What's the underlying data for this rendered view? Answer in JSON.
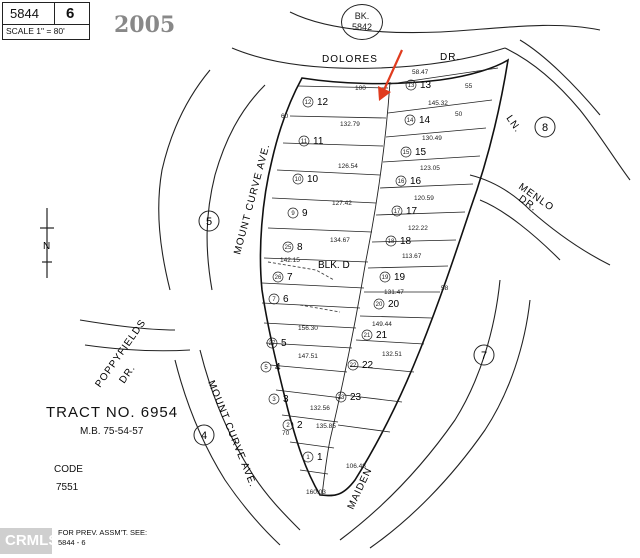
{
  "header": {
    "book": "5844",
    "page": "6",
    "scale": "SCALE 1\" = 80'",
    "year": "2005"
  },
  "block_ref": {
    "prefix": "BK.",
    "number": "5842"
  },
  "streets": {
    "dolores": "DOLORES",
    "dr": "DR.",
    "ln": "LN.",
    "menlo_1": "MENLO",
    "menlo_2": "DR.",
    "mount_curve_upper": "MOUNT CURVE AVE.",
    "mount_curve_lower": "MOUNT CURVE AVE.",
    "poppyfields_1": "POPPYFIELDS",
    "poppyfields_2": "DR.",
    "maiden": "MAIDEN"
  },
  "block_label": "BLK. D",
  "circled_refs": [
    "8",
    "5",
    "7",
    "4"
  ],
  "north": "N",
  "tract": {
    "title": "TRACT NO. 6954",
    "mb": "M.B.   75-54-57"
  },
  "code": {
    "label": "CODE",
    "value": "7551"
  },
  "footer": {
    "line1": "FOR PREV. ASSM'T. SEE:",
    "line2": "5844 - 6"
  },
  "watermark": "CRMLS",
  "lots": [
    {
      "parcel": "12",
      "lot": "12"
    },
    {
      "parcel": "11",
      "lot": "11"
    },
    {
      "parcel": "10",
      "lot": "10"
    },
    {
      "parcel": "9",
      "lot": "9"
    },
    {
      "parcel": "25",
      "lot": "8"
    },
    {
      "parcel": "26",
      "lot": "7"
    },
    {
      "parcel": "7",
      "lot": "6"
    },
    {
      "parcel": "27",
      "lot": "5"
    },
    {
      "parcel": "5",
      "lot": "4"
    },
    {
      "parcel": "3",
      "lot": "3"
    },
    {
      "parcel": "2",
      "lot": "2"
    },
    {
      "parcel": "1",
      "lot": "1"
    },
    {
      "parcel": "13",
      "lot": "13"
    },
    {
      "parcel": "14",
      "lot": "14"
    },
    {
      "parcel": "15",
      "lot": "15"
    },
    {
      "parcel": "16",
      "lot": "16"
    },
    {
      "parcel": "17",
      "lot": "17"
    },
    {
      "parcel": "18",
      "lot": "18"
    },
    {
      "parcel": "19",
      "lot": "19"
    },
    {
      "parcel": "20",
      "lot": "20"
    },
    {
      "parcel": "21",
      "lot": "21"
    },
    {
      "parcel": "22",
      "lot": "22"
    },
    {
      "parcel": "23",
      "lot": "23"
    }
  ],
  "dimensions": {
    "d100": "100",
    "d14532": "145.32",
    "d13279": "132.79",
    "d13049": "130.49",
    "d12654": "126.54",
    "d12305": "123.05",
    "d12742": "127.42",
    "d12059": "120.59",
    "d13467": "134.67",
    "d12222": "122.22",
    "d11367": "113.67",
    "d13147": "131.47",
    "d15730": "156.30",
    "d14751": "147.51",
    "d14944": "149.44",
    "d13256": "132.56",
    "d13585": "135.85",
    "d10848": "106.48",
    "d16003": "160.03",
    "d60": "60",
    "d50": "50",
    "d55": "55",
    "d58": "58",
    "d70": "70",
    "d5847": "58.47",
    "d13251": "132.51",
    "d14215": "142.15"
  }
}
